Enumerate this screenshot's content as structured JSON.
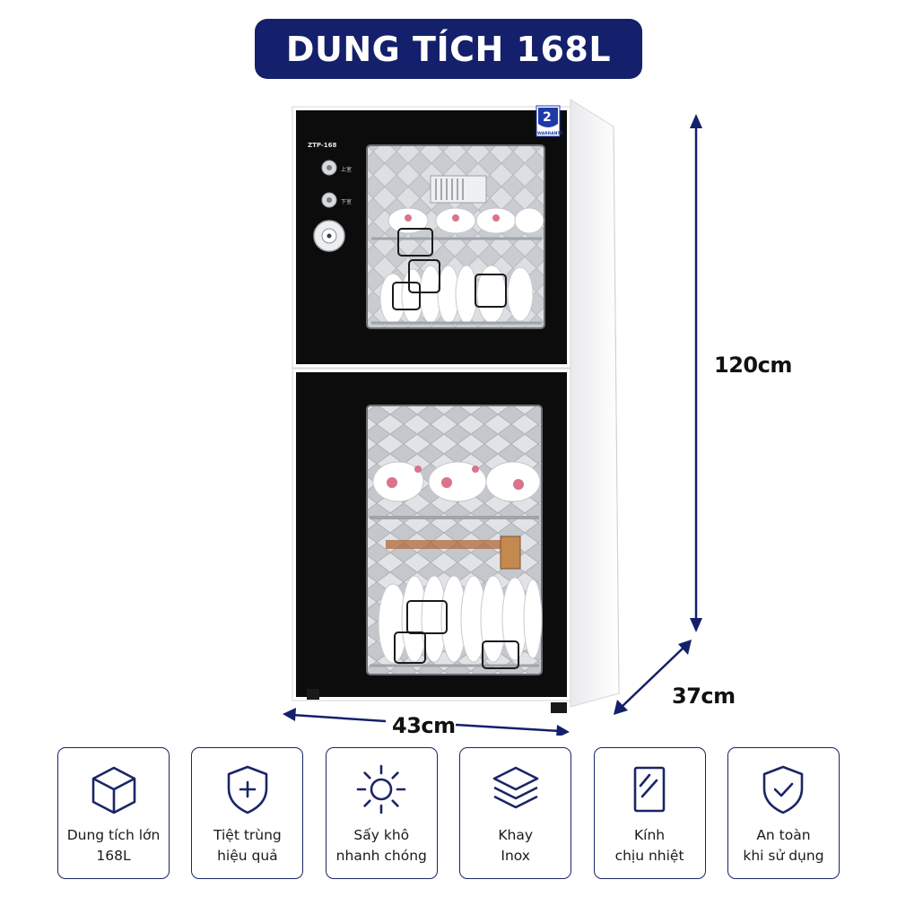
{
  "title": "DUNG TÍCH 168L",
  "product": {
    "model": "ZTP-168",
    "warranty_number": "2",
    "warranty_text": "WARRANTY",
    "knob_top": "上室",
    "knob_bottom": "下室"
  },
  "dimensions": {
    "height": "120cm",
    "depth": "37cm",
    "width": "43cm"
  },
  "colors": {
    "brand": "#14206b",
    "accent": "#1a2566"
  },
  "features": [
    {
      "icon": "cube-icon",
      "line1": "Dung tích lớn",
      "line2": "168L"
    },
    {
      "icon": "shield-plus-icon",
      "line1": "Tiệt trùng",
      "line2": "hiệu quả"
    },
    {
      "icon": "sun-icon",
      "line1": "Sấy khô",
      "line2": "nhanh chóng"
    },
    {
      "icon": "layers-icon",
      "line1": "Khay",
      "line2": "Inox"
    },
    {
      "icon": "glass-panel-icon",
      "line1": "Kính",
      "line2": "chịu nhiệt"
    },
    {
      "icon": "shield-check-icon",
      "line1": "An toàn",
      "line2": "khi sử dụng"
    }
  ]
}
